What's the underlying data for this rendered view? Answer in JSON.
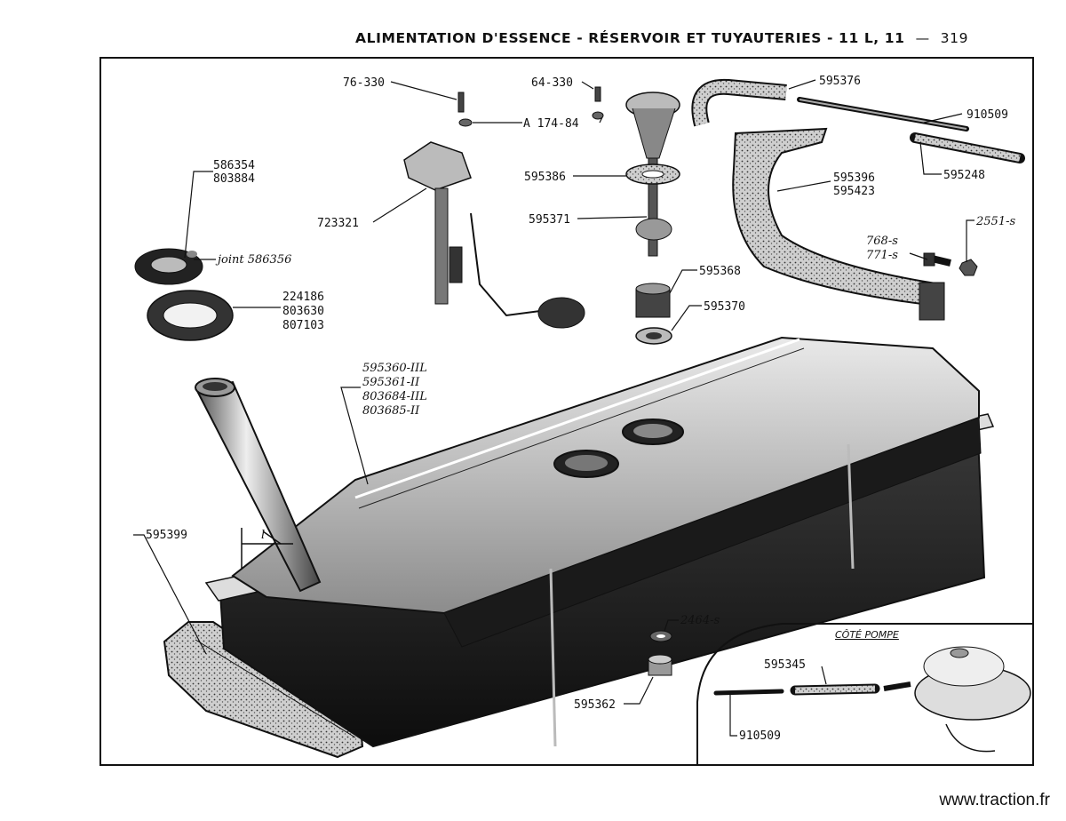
{
  "header": {
    "title": "ALIMENTATION D'ESSENCE - RÉSERVOIR ET TUYAUTERIES - 11 L, 11",
    "page_sep": "—",
    "page_number": "319"
  },
  "labels": {
    "screw_76": "76-330",
    "screw_64": "64-330",
    "washer_a174": "A 174-84",
    "hose_595376": "595376",
    "rod_910509_top": "910509",
    "hose_595248": "595248",
    "ring_586354": "586354",
    "ring_803884": "803884",
    "joint_586356": "joint 586356",
    "gauge_723321": "723321",
    "gasket_595386": "595386",
    "pipe_595371": "595371",
    "strap_595396": "595396",
    "strap_595423": "595423",
    "bolt_768": "768-s",
    "bolt_771": "771-s",
    "nut_2551": "2551-s",
    "seal_224186": "224186",
    "seal_803630": "803630",
    "seal_807103": "807103",
    "filter_595368": "595368",
    "washer_595370": "595370",
    "tank_595360": "595360-IIL",
    "tank_595361": "595361-II",
    "tank_803684": "803684-IIL",
    "tank_803685": "803685-II",
    "pad_595399": "595399",
    "dim_l": "l",
    "washer_2464": "2464-s",
    "plug_595362": "595362",
    "inset_title": "CÔTÉ POMPE",
    "inset_hose_595345": "595345",
    "inset_rod_910509": "910509"
  },
  "footer": {
    "website": "www.traction.fr"
  }
}
